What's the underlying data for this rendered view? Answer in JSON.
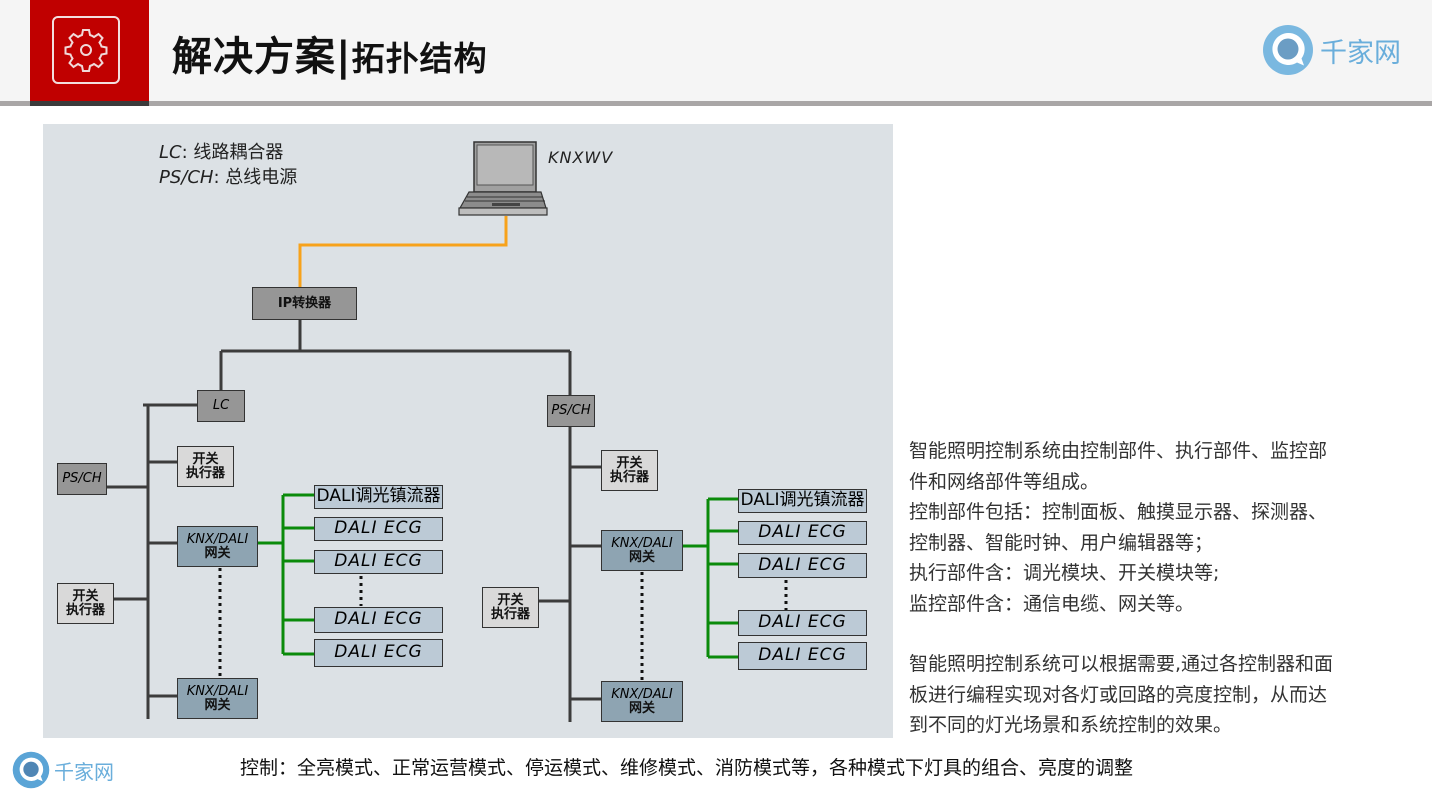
{
  "header": {
    "icon": "gear-icon",
    "title_main": "解决方案",
    "title_separator": "|",
    "title_sub": "拓扑结构",
    "logo_text": "千家网",
    "colors": {
      "accent_red": "#c00000",
      "logo_blue": "#6aaedb",
      "bar_gray": "#a9a6a6"
    }
  },
  "diagram": {
    "legend": [
      {
        "abbr": "LC",
        "meaning": "线路耦合器"
      },
      {
        "abbr": "PS/CH",
        "meaning": "总线电源"
      }
    ],
    "computer_label": "KNXWV",
    "ip_converter": "IP转换器",
    "left_branch": {
      "coupler": "LC",
      "power_supply": "PS/CH",
      "switch_actuator_1": [
        "开关",
        "执行器"
      ],
      "switch_actuator_2": [
        "开关",
        "执行器"
      ],
      "gateway_1": [
        "KNX/DALI",
        "网关"
      ],
      "gateway_2": [
        "KNX/DALI",
        "网关"
      ],
      "ballasts": [
        "DALI调光镇流器",
        "DALI ECG",
        "DALI ECG",
        "DALI ECG",
        "DALI ECG"
      ]
    },
    "right_branch": {
      "power_supply": "PS/CH",
      "switch_actuator_1": [
        "开关",
        "执行器"
      ],
      "switch_actuator_2": [
        "开关",
        "执行器"
      ],
      "gateway_1": [
        "KNX/DALI",
        "网关"
      ],
      "gateway_2": [
        "KNX/DALI",
        "网关"
      ],
      "ballasts": [
        "DALI调光镇流器",
        "DALI ECG",
        "DALI ECG",
        "DALI ECG",
        "DALI ECG"
      ]
    },
    "colors": {
      "ip_link": "#f7a21b",
      "knx_bus": "#3c3c3c",
      "dali_bus": "#0a8a0a",
      "background": "#dce1e5"
    }
  },
  "description": {
    "paragraph1": [
      "智能照明控制系统由控制部件、执行部件、监控部",
      "件和网络部件等组成。",
      "控制部件包括：控制面板、触摸显示器、探测器、",
      "控制器、智能时钟、用户编辑器等；",
      "执行部件含：调光模块、开关模块等;",
      "监控部件含：通信电缆、网关等。"
    ],
    "paragraph2": [
      "智能照明控制系统可以根据需要,通过各控制器和面",
      "板进行编程实现对各灯或回路的亮度控制，从而达",
      "到不同的灯光场景和系统控制的效果。"
    ]
  },
  "footer": {
    "logo_text": "千家网",
    "caption": "控制：全亮模式、正常运营模式、停运模式、维修模式、消防模式等，各种模式下灯具的组合、亮度的调整"
  }
}
